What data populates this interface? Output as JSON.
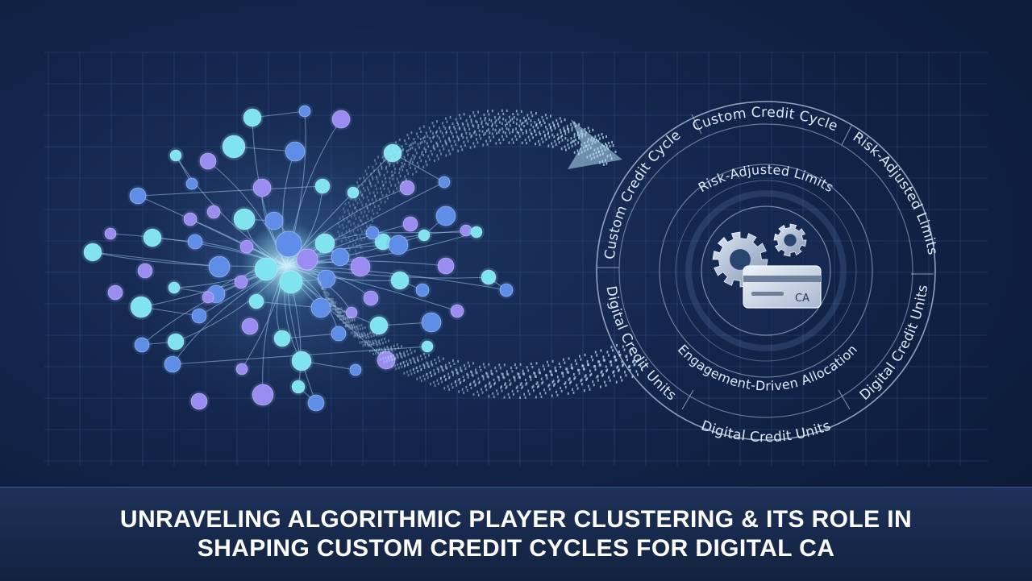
{
  "title": {
    "line1": "UNRAVELING ALGORITHMIC PLAYER CLUSTERING & ITS ROLE IN",
    "line2": "SHAPING CUSTOM CREDIT CYCLES FOR DIGITAL CA"
  },
  "ring": {
    "outer_top": "Custom Credit Cycle",
    "outer_left": "Custom Credit Cycle",
    "outer_right": "Risk-Adjusted Limits",
    "outer_bottom_left": "Digital Credit Units",
    "outer_bottom": "Digital Credit Units",
    "outer_bottom_right": "Digital Credit Units",
    "inner_top": "Risk-Adjusted Limits",
    "inner_bottom": "Engagement-Driven Allocation"
  },
  "card": {
    "label": "CA"
  },
  "icons": [
    "gear-icon",
    "credit-card-icon",
    "curved-arrow-icon",
    "network-cluster-icon"
  ],
  "colors": {
    "background": "#12244a",
    "node_cyan": "#7fe3f0",
    "node_blue": "#5f8ee8",
    "node_violet": "#9a8cf0",
    "ring_stroke": "#b9cbe6",
    "title_text": "#ffffff"
  }
}
